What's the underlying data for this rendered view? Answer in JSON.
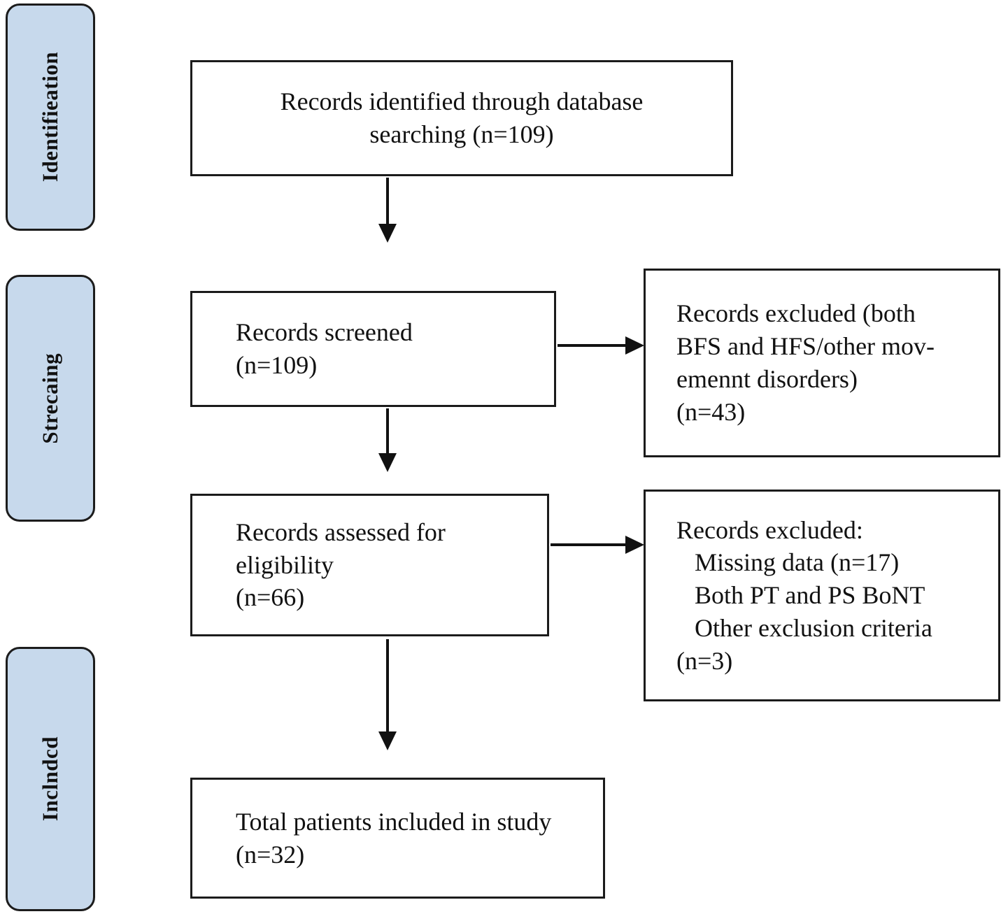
{
  "diagram": {
    "type": "prisma-flow-diagram",
    "title": "PRISMA study selection flow diagram",
    "background_color": "#ffffff",
    "box_border_color": "#1b1b1b",
    "stage_fill_color": "#c7d9ec",
    "text_color": "#111111"
  },
  "stages": [
    {
      "id": "identification",
      "label": "Identifieation"
    },
    {
      "id": "screening",
      "label": "Strecaing"
    },
    {
      "id": "included",
      "label": "Inclndcd"
    }
  ],
  "boxes": {
    "identified": {
      "id": "records-identified",
      "text": "Records identified through database\nsearching (n=109)",
      "count": 109
    },
    "screened": {
      "id": "records-screened",
      "text": "Records screened\n(n=109)",
      "count": 109
    },
    "excluded_screening": {
      "id": "records-excluded-screening",
      "text": "Records excluded (both\nBFS and HFS/other mov-\nemennt disorders)\n(n=43)",
      "count": 43
    },
    "eligibility": {
      "id": "records-assessed-eligibility",
      "text": "Records assessed for\neligibility\n(n=66)",
      "count": 66
    },
    "excluded_eligibility": {
      "id": "records-excluded-eligibility",
      "heading": "Records excluded:",
      "items": [
        "Missing data (n=17)",
        "Both PT and PS BoNT",
        "Other exclusion criteria"
      ],
      "count_line": "(n=3)",
      "counts": {
        "missing_data": 17,
        "other_exclusion_criteria": 3
      }
    },
    "included": {
      "id": "total-patients-included",
      "text": "Total patients included in study\n(n=32)",
      "count": 32
    }
  },
  "arrows": [
    {
      "id": "identified-to-screened",
      "direction": "down"
    },
    {
      "id": "screened-to-excluded",
      "direction": "right"
    },
    {
      "id": "screened-to-eligibility",
      "direction": "down"
    },
    {
      "id": "eligibility-to-excluded",
      "direction": "right"
    },
    {
      "id": "eligibility-to-included",
      "direction": "down"
    }
  ]
}
